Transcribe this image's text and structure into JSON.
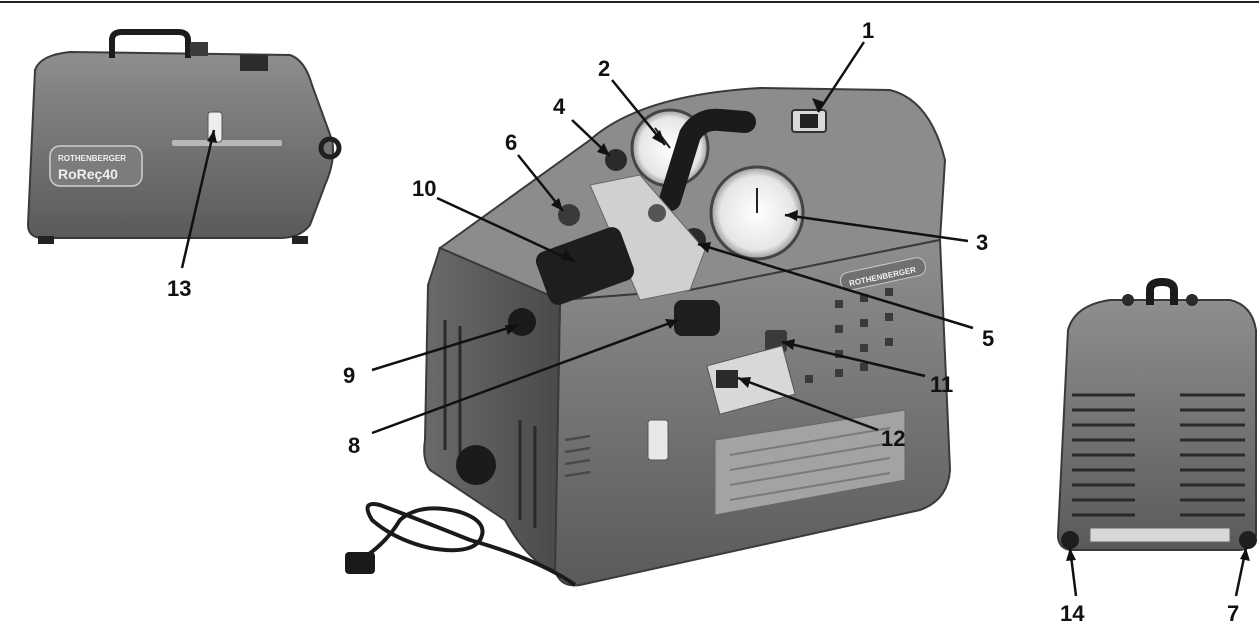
{
  "figure": {
    "left_unit_logo_line1": "ROTHENBERGER",
    "left_unit_logo_line2": "RoReç40",
    "main_unit_logo": "ROTHENBERGER",
    "callouts": [
      "1",
      "2",
      "3",
      "4",
      "5",
      "6",
      "7",
      "8",
      "9",
      "10",
      "11",
      "12",
      "13",
      "14"
    ]
  }
}
